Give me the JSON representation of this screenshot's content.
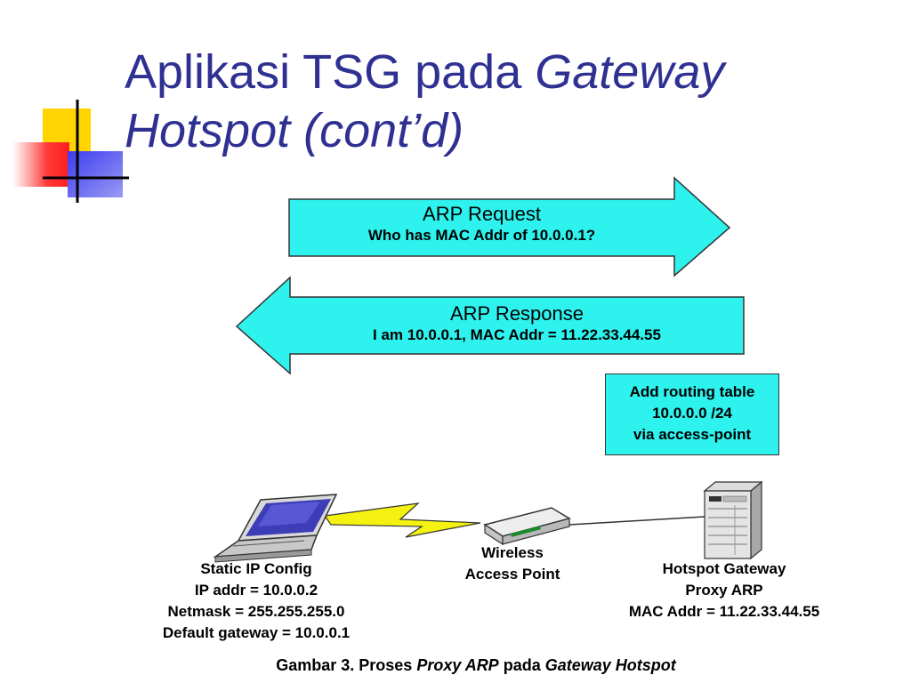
{
  "title": {
    "line1_regular": "Aplikasi TSG pada ",
    "line1_italic": "Gateway",
    "line2_italic": "Hotspot (cont’d)"
  },
  "arp_request": {
    "heading": "ARP Request",
    "detail": "Who has MAC Addr of 10.0.0.1?"
  },
  "arp_response": {
    "heading": "ARP Response",
    "detail": "I am 10.0.0.1, MAC Addr = 11.22.33.44.55"
  },
  "routing_box": {
    "lines": [
      "Add routing table",
      "10.0.0.0 /24",
      "via access-point"
    ]
  },
  "laptop": {
    "lines": [
      "Static IP Config",
      "IP addr = 10.0.0.2",
      "Netmask = 255.255.255.0",
      "Default gateway = 10.0.0.1"
    ]
  },
  "access_point": {
    "lines": [
      "Wireless",
      "Access Point"
    ]
  },
  "gateway": {
    "lines": [
      "Hotspot Gateway",
      "Proxy ARP",
      "MAC Addr = 11.22.33.44.55"
    ]
  },
  "caption": {
    "prefix": "Gambar 3.  Proses ",
    "italic1": "Proxy ARP",
    "middle": " pada ",
    "italic2": "Gateway Hotspot"
  },
  "colors": {
    "title": "#2e3192",
    "arrow_fill": "#2ef2ee",
    "logo_yellow": "#ffd400",
    "logo_red": "#ff2b2b",
    "logo_blue": "#2d2fd6"
  },
  "icons": [
    "laptop-icon",
    "lightning-bolt-icon",
    "access-point-icon",
    "server-icon"
  ]
}
